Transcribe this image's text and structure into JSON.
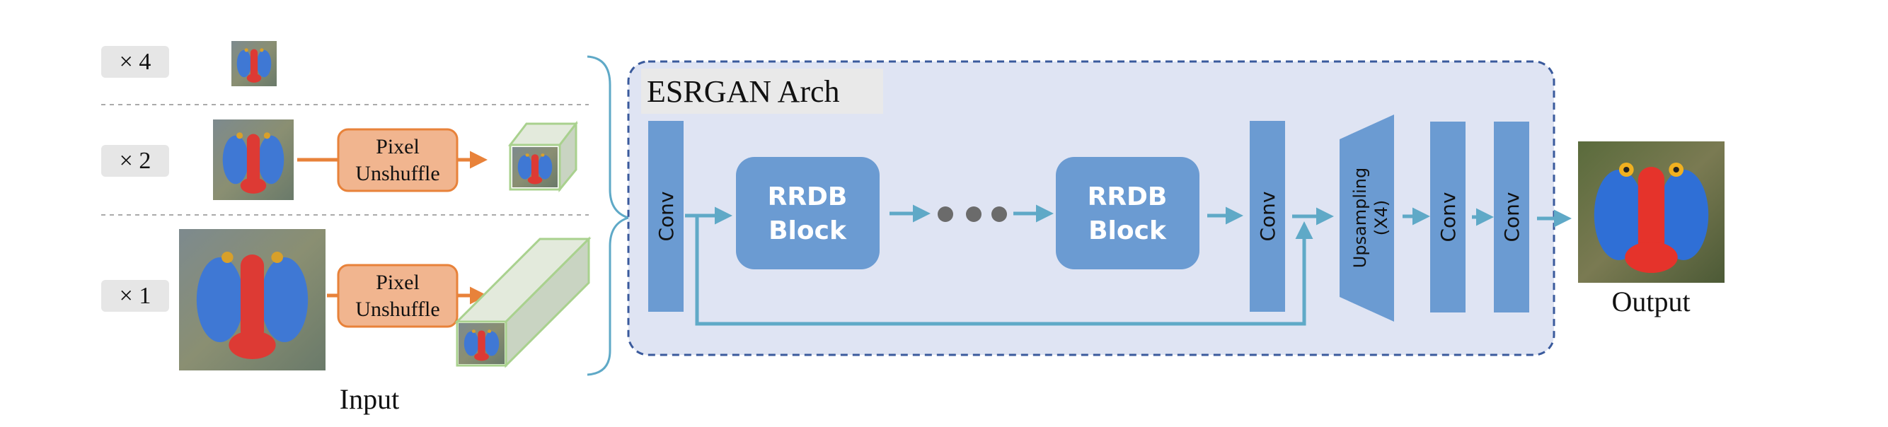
{
  "input_panel": {
    "scales": [
      {
        "label": "× 4"
      },
      {
        "label": "× 2",
        "op": [
          "Pixel",
          "Unshuffle"
        ]
      },
      {
        "label": "× 1",
        "op": [
          "Pixel",
          "Unshuffle"
        ]
      }
    ],
    "caption": "Input"
  },
  "arch": {
    "title": "ESRGAN Arch",
    "blocks": {
      "conv_first": "Conv",
      "rrdb_1": [
        "RRDB",
        "Block"
      ],
      "rrdb_2": [
        "RRDB",
        "Block"
      ],
      "conv_body": "Conv",
      "upsampling": [
        "Upsampling",
        "(X4)"
      ],
      "conv_hr": "Conv",
      "conv_last": "Conv"
    }
  },
  "output": {
    "caption": "Output"
  },
  "colors": {
    "arch_bg": "#dfe4f3",
    "arch_border": "#3a5a9c",
    "block_fill": "#6b9bd2",
    "arrow": "#5fa9c7",
    "orange_fill": "#f1b58f",
    "orange_stroke": "#e8823a",
    "scale_tag_bg": "#e6e6e6",
    "tensor_fill": "#c9d4c2",
    "tensor_stroke": "#a9d18e"
  }
}
